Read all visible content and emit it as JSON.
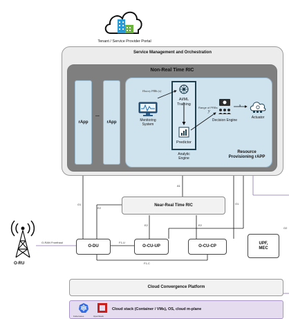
{
  "portal": {
    "label": "Tenant / Service Provider Portal"
  },
  "smo": {
    "title": "Service Management and Orchestration"
  },
  "nonrt_ric": {
    "title": "Non-Real Time RIC"
  },
  "rapps": {
    "rapp1": "rApp",
    "ellipsis": "...",
    "rapp2": "rApp"
  },
  "engine": {
    "aiml": "AI/ML\nTraining",
    "predictor": "Predictor",
    "analytic_engine": "Analytic\nEngine",
    "history_prbs": "History PRBs (x)",
    "monitoring": "Monitoring\nSystem",
    "range_prbs": "Range of PRBs",
    "y": "y",
    "s": "s",
    "decision_engine": "Decision Engine",
    "actuator": "Actuator",
    "resource_rapp": "Resource\nProvisioning rAPP"
  },
  "interfaces": {
    "a1": "A1",
    "o1_left": "O1",
    "o1_right": "O1",
    "o2": "O2",
    "e2_top": "E2",
    "e2_mid": "E2",
    "e2_right": "E2",
    "f1u": "F1-U",
    "f1c": "F1-C",
    "fronthaul": "O-RAN Fronthaul"
  },
  "nodes": {
    "near_rt_ric": "Near-Real Time RIC",
    "odu": "O-DU",
    "ocuup": "O-CU-UP",
    "ocucp": "O-CU-CP",
    "upf": "UPF,\nMEC",
    "oru": "O-RU"
  },
  "platform": {
    "cloud_convergence": "Cloud Convergence Platform",
    "cloud_stack": "Cloud stack (Container / VMs), OS, cloud m-plane",
    "kubernetes": "Kubernetes",
    "openstack": "OpenStack"
  },
  "colors": {
    "accent_blue": "#2b9bd6",
    "panel_blue": "#cfe3ef",
    "ric_gray": "#7f7f7f",
    "smo_gray": "#ececec",
    "stack_purple": "#e6dcef",
    "link_purple": "#8a6fb3",
    "openstack_red": "#c8201e"
  }
}
